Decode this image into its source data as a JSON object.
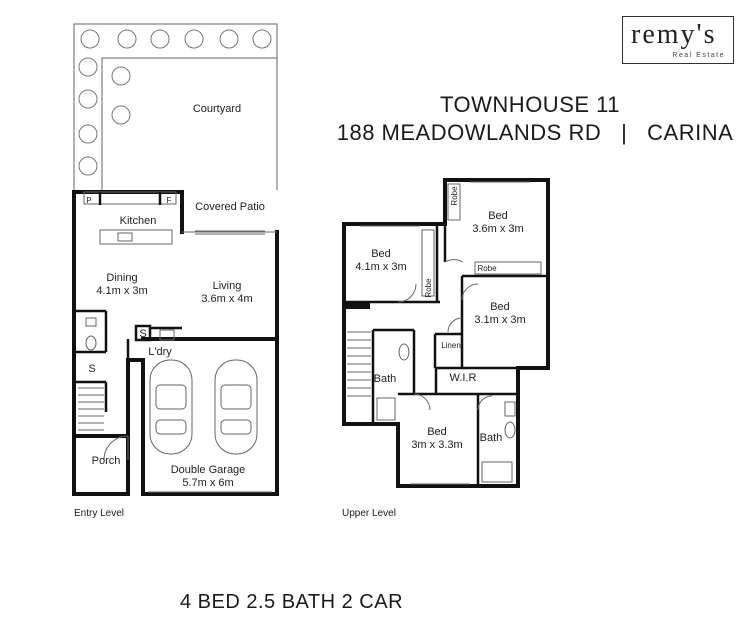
{
  "brand": {
    "name": "remy's",
    "tagline": "Real Estate"
  },
  "header": {
    "title": "TOWNHOUSE 11",
    "address": "188 MEADOWLANDS RD   |   CARINA"
  },
  "entry_level": {
    "label": "Entry Level",
    "rooms": {
      "courtyard": "Courtyard",
      "covered_patio": "Covered Patio",
      "kitchen": "Kitchen",
      "pantry": "P",
      "fridge": "F",
      "dining": "Dining",
      "dining_size": "4.1m x 3m",
      "living": "Living",
      "living_size": "3.6m x 4m",
      "storage_1": "S",
      "laundry": "L'dry",
      "storage_2": "S",
      "porch": "Porch",
      "garage": "Double Garage",
      "garage_size": "5.7m x 6m"
    }
  },
  "upper_level": {
    "label": "Upper Level",
    "rooms": {
      "bed1": "Bed",
      "bed1_size": "4.1m x 3m",
      "robe1": "Robe",
      "bed2": "Bed",
      "bed2_size": "3.6m x 3m",
      "robe2": "Robe",
      "robe3": "Robe",
      "bed3": "Bed",
      "bed3_size": "3.1m x 3m",
      "linen": "Linen",
      "bath1": "Bath",
      "wir": "W.I.R",
      "bed4": "Bed",
      "bed4_size": "3m x 3.3m",
      "bath2": "Bath"
    }
  },
  "summary": "4 BED 2.5 BATH 2 CAR"
}
